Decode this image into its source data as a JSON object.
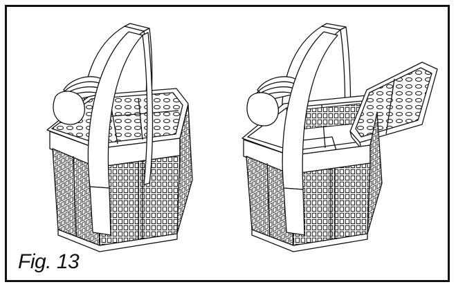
{
  "figure": {
    "caption": "Fig. 13",
    "line_color": "#111111",
    "fill_color": "#ffffff"
  },
  "illustrations": [
    {
      "name": "cutlery-basket-lid-closed"
    },
    {
      "name": "cutlery-basket-lid-open"
    }
  ]
}
